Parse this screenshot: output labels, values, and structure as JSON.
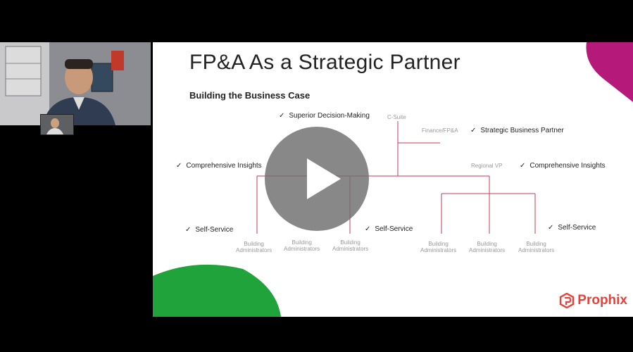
{
  "slide": {
    "title": "FP&A As a Strategic Partner",
    "subtitle": "Building the Business Case",
    "checks": {
      "superior": "Superior Decision-Making",
      "strategic": "Strategic Business Partner",
      "insights_left": "Comprehensive Insights",
      "insights_right": "Comprehensive Insights",
      "self_service_1": "Self-Service",
      "self_service_2": "Self-Service",
      "self_service_3": "Self-Service"
    },
    "check_mark": "✓",
    "roles": {
      "csuite": "C-Suite",
      "finance": "Finance/FP&A",
      "regional": "Regional VP",
      "building_line1": "Building",
      "building_line2": "Administrators"
    },
    "brand": "Prophix",
    "colors": {
      "magenta": "#b5197a",
      "green": "#1fa33a",
      "line": "#c33d55",
      "brand_red": "#e8413a"
    }
  },
  "video": {
    "play_icon": "play-icon"
  }
}
